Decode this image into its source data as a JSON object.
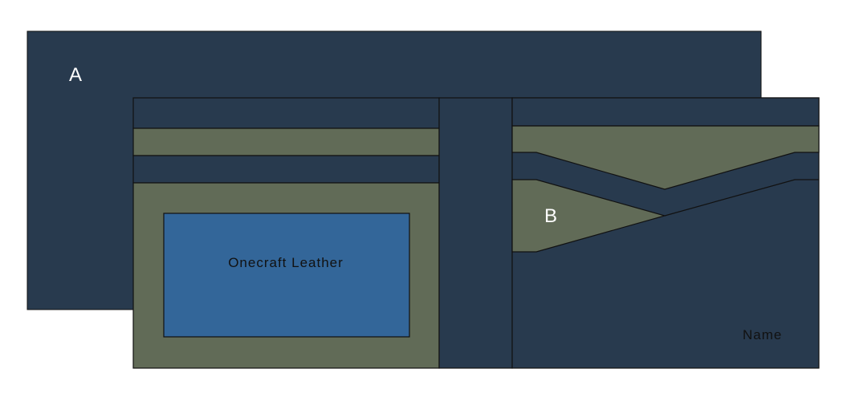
{
  "colors": {
    "navy": "#283a4e",
    "olive": "#616b57",
    "window_blue": "#336699",
    "outline": "#111111",
    "label_light": "#ffffff",
    "label_dark": "#111111"
  },
  "labels": {
    "part_a": "A",
    "part_b": "B",
    "id_window": "Onecraft Leather",
    "name_area": "Name"
  }
}
